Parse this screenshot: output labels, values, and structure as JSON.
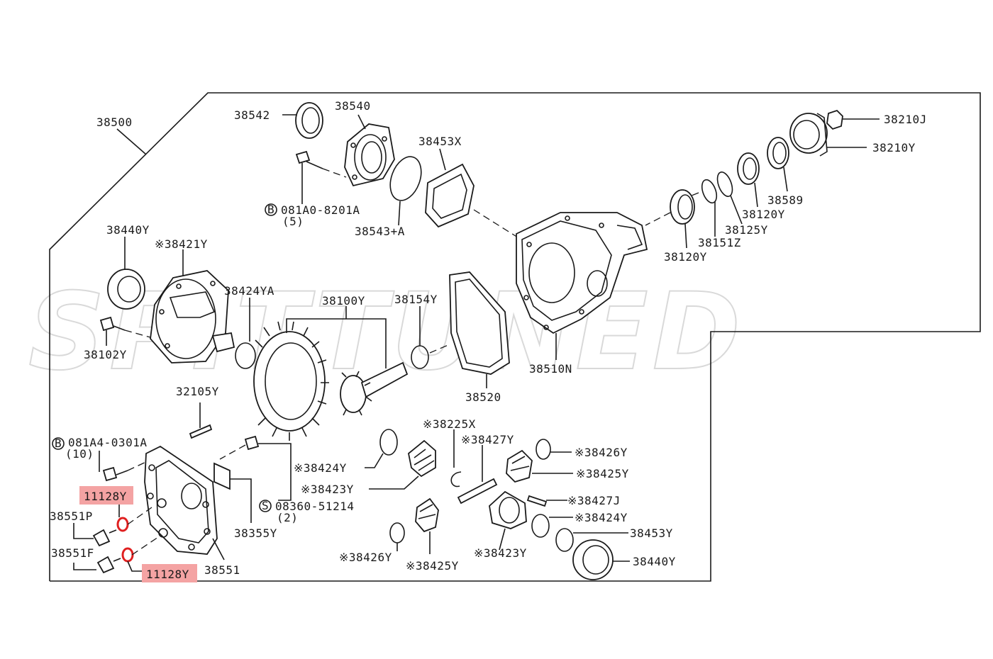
{
  "watermark": "SPITTUNED",
  "colors": {
    "line": "#1a1a1a",
    "highlight": "#f4a3a3",
    "highlight_ring": "#e02020",
    "watermark": "#d9d9d9"
  },
  "labels": {
    "l38500": "38500",
    "l38542": "38542",
    "l38540": "38540",
    "l38453X": "38453X",
    "l081A0": "081A0-8201A",
    "l081A0_q": "(5)",
    "l38543": "38543+A",
    "l38210J": "38210J",
    "l38210Y": "38210Y",
    "l38589": "38589",
    "l38120Y_a": "38120Y",
    "l38125Y": "38125Y",
    "l38151Z": "38151Z",
    "l38120Y_b": "38120Y",
    "l38440Y_top": "38440Y",
    "l38421Y": "※38421Y",
    "l38424YA": "38424YA",
    "l38100Y": "38100Y",
    "l38154Y": "38154Y",
    "l38102Y": "38102Y",
    "l38510N": "38510N",
    "l38520": "38520",
    "l32105Y": "32105Y",
    "l081A4": "081A4-0301A",
    "l081A4_q": "(10)",
    "l11128Y_a": "11128Y",
    "l38551P": "38551P",
    "l38551F": "38551F",
    "l11128Y_b": "11128Y",
    "l38551": "38551",
    "l38355Y": "38355Y",
    "l08360": "08360-51214",
    "l08360_q": "(2)",
    "l38225X": "※38225X",
    "l38427Y": "※38427Y",
    "l38426Y_r": "※38426Y",
    "l38425Y_r": "※38425Y",
    "l38424Y_c": "※38424Y",
    "l38423Y_c": "※38423Y",
    "l38427J": "※38427J",
    "l38424Y_r": "※38424Y",
    "l38453Y": "38453Y",
    "l38440Y_bot": "38440Y",
    "l38426Y_b": "※38426Y",
    "l38425Y_b": "※38425Y",
    "l38423Y_b": "※38423Y",
    "sym_B": "B",
    "sym_S": "S"
  }
}
